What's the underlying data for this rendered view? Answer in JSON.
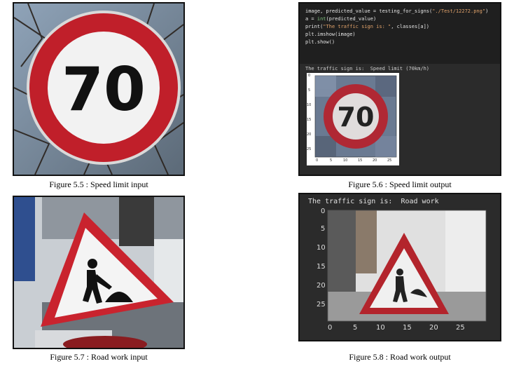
{
  "figures": [
    {
      "caption": "Figure 5.5 : Speed limit input",
      "sign_text": "70"
    },
    {
      "caption": "Figure 5.6 : Speed limit output",
      "code": {
        "line1_pre": "image, predicted_value = testing_for_signs(",
        "line1_str": "\"./Test/12272.png\"",
        "line1_post": ")",
        "line2_pre": "a = ",
        "line2_fn": "int",
        "line2_post": "(predicted_value)",
        "line3_pre": "print(",
        "line3_str": "\"The traffic sign is: \"",
        "line3_post": ", classes[a])",
        "line4": "plt.imshow(image)",
        "line5": "plt.show()"
      },
      "output_text": "The traffic sign is:  Speed limit (70km/h)",
      "sign_text": "70",
      "y_ticks": [
        "0",
        "5",
        "10",
        "15",
        "20",
        "25"
      ],
      "x_ticks": [
        "0",
        "5",
        "10",
        "15",
        "20",
        "25"
      ]
    },
    {
      "caption": "Figure 5.7 : Road work input"
    },
    {
      "caption": "Figure 5.8 : Road work output",
      "output_text": "The traffic sign is:  Road work",
      "y_ticks": [
        "0",
        "5",
        "10",
        "15",
        "20",
        "25"
      ],
      "x_ticks": [
        "0",
        "5",
        "10",
        "15",
        "20",
        "25"
      ]
    }
  ],
  "colors": {
    "sign_red": "#c0202a",
    "jupyter_bg": "#2b2b2b",
    "string_orange": "#e2a36b",
    "builtin_green": "#7fc27f"
  }
}
